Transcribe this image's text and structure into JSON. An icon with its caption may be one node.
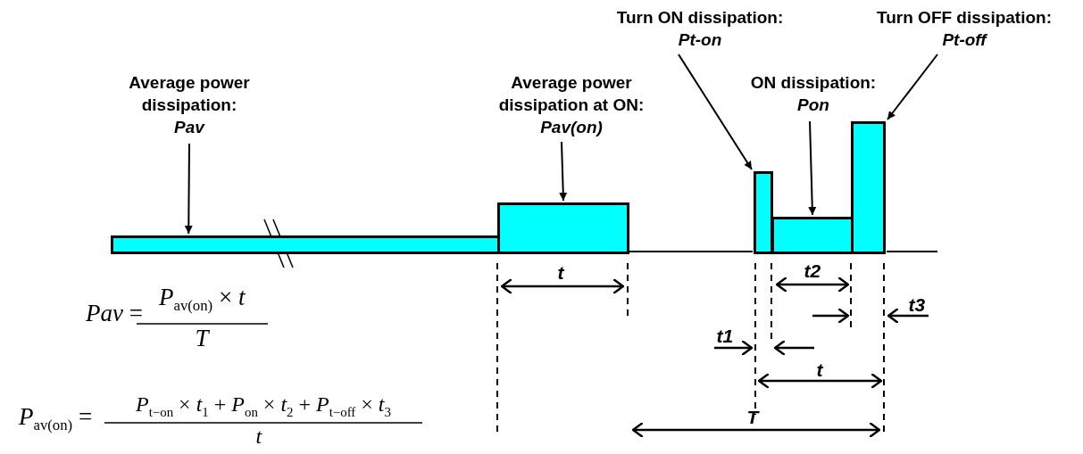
{
  "diagram": {
    "nodes": [
      {
        "text": [
          "Average power dissipation:",
          "Pav"
        ]
      },
      {
        "text": [],
        "shape": "bar"
      },
      {
        "text": [
          "Average power dissipation at ON:",
          "Pav(on)"
        ]
      },
      {
        "text": [],
        "shape": "bar"
      },
      {
        "text": [
          "Turn ON dissipation:",
          "Pt-on"
        ]
      },
      {
        "text": [],
        "shape": "bar"
      },
      {
        "text": [
          "ON dissipation:",
          "Pon"
        ]
      },
      {
        "text": [],
        "shape": "bar"
      },
      {
        "text": [
          "Turn OFF dissipation:",
          "Pt-off"
        ]
      },
      {
        "text": [],
        "shape": "bar"
      }
    ],
    "edges": [
      {
        "from": 0,
        "to": 1,
        "arrow": "to"
      },
      {
        "from": 2,
        "to": 3,
        "arrow": "to"
      },
      {
        "from": 4,
        "to": 5,
        "arrow": "to"
      },
      {
        "from": 6,
        "to": 7,
        "arrow": "to"
      },
      {
        "from": 8,
        "to": 9,
        "arrow": "to"
      }
    ],
    "labels": [
      "t2",
      "t",
      "t3",
      "t1",
      "t",
      "T",
      "*Pav* =",
      "*P*$_{av(on)}$ × *t*",
      "T",
      "*P*$_{av(on)}$ =",
      "*P*$_{t−on}$ × *t*$_{1}$ + *P*$_{on}$ × *t*$_{2}$ + *P*$_{t−off}$ × *t*$_{3}$",
      "t"
    ]
  }
}
